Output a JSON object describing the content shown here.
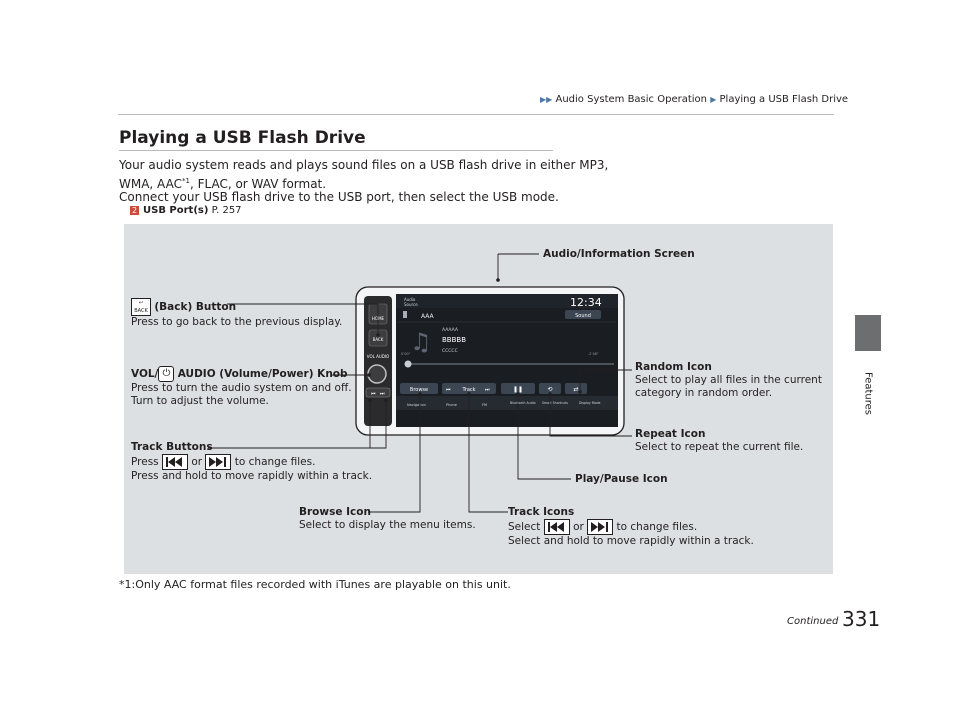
{
  "breadcrumb": {
    "parent": "Audio System Basic Operation",
    "current": "Playing a USB Flash Drive"
  },
  "side_tab": {
    "label": "Features"
  },
  "title": "Playing a USB Flash Drive",
  "intro": {
    "line1": "Your audio system reads and plays sound files on a USB flash drive in either MP3,",
    "line2a": "WMA, AAC",
    "line2_sup": "*1",
    "line2b": ", FLAC, or WAV format.",
    "line3": "Connect your USB flash drive to the USB port, then select the USB mode."
  },
  "xref": {
    "label": "USB Port(s)",
    "page": "P. 257",
    "mark": "2"
  },
  "callouts": {
    "audio_screen": "Audio/Information Screen",
    "back_title": "(Back) Button",
    "back_desc": "Press to go back to the previous display.",
    "vol_title_a": "VOL/",
    "vol_title_b": "AUDIO (Volume/Power) Knob",
    "vol_desc1": "Press to turn the audio system on and off.",
    "vol_desc2": "Turn to adjust the volume.",
    "random_title": "Random Icon",
    "random_desc1": "Select to play all files in the current",
    "random_desc2": "category in random order.",
    "repeat_title": "Repeat Icon",
    "repeat_desc": "Select to repeat the current file.",
    "track_buttons_title": "Track Buttons",
    "track_buttons_press": "Press",
    "track_buttons_or": "or",
    "track_buttons_change": "to change files.",
    "track_buttons_hold": "Press and hold to move rapidly within a track.",
    "play_pause": "Play/Pause Icon",
    "browse_title": "Browse Icon",
    "browse_desc": "Select to display the menu items.",
    "track_icons_title": "Track Icons",
    "track_icons_select": "Select",
    "track_icons_or": "or",
    "track_icons_change": "to change files.",
    "track_icons_hold": "Select and hold to move rapidly within a track."
  },
  "screen": {
    "audio_source": "Audio Source",
    "clock": "12:34",
    "sound": "Sound",
    "folder": "AAA",
    "line_a": "AAAAA",
    "line_b": "BBBBB",
    "line_c": "CCCCC",
    "elapsed": "0'00\"",
    "remaining": "-2'48\"",
    "browse": "Browse",
    "track": "Track",
    "nav_items": [
      "Navigation",
      "Phone",
      "FM",
      "Bluetooth Audio",
      "Smart Shortcuts",
      "Display Mode"
    ],
    "back_key": "BACK",
    "vol_key": "VOL AUDIO",
    "home_key": "HOME"
  },
  "footnote": "*1:Only AAC format files recorded with iTunes are playable on this unit.",
  "continued": "Continued",
  "page_number": "331"
}
